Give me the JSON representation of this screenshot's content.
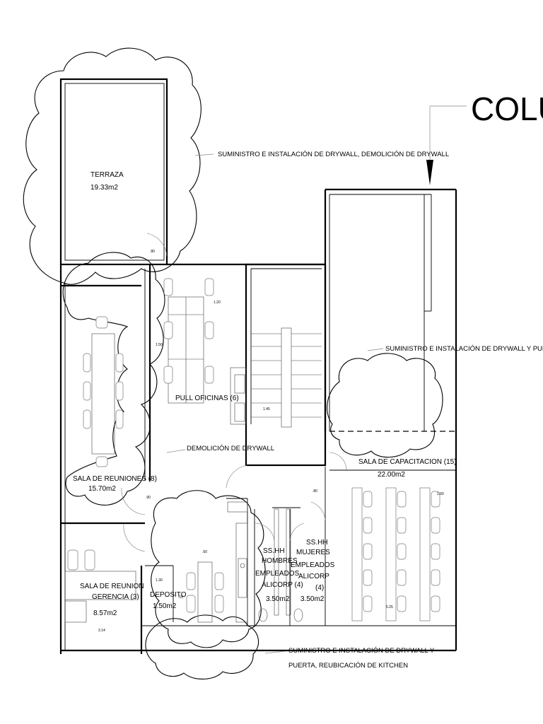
{
  "title_fragment": "COLU",
  "rooms": {
    "terraza": {
      "name": "TERRAZA",
      "area": "19.33m2"
    },
    "pull_oficinas": {
      "name": "PULL OFICINAS (6)"
    },
    "sala_reuniones": {
      "name": "SALA DE REUNIONES (8)",
      "area": "15.70m2"
    },
    "sala_capacitacion": {
      "name": "SALA DE CAPACITACION (15)",
      "area": "22.00m2"
    },
    "sala_reunion_gerencia": {
      "name_line1": "SALA DE REUNION",
      "name_line2": "GERENCIA (3)",
      "area": "8.57m2"
    },
    "deposito": {
      "name": "DEPOSITO",
      "area": "1.50m2"
    },
    "sshh_hombres": {
      "line1": "SS.HH",
      "line2": "HOMBRES",
      "line3": "EMPLEADOS",
      "line4": "ALICORP (4)",
      "area": "3.50m2"
    },
    "sshh_mujeres": {
      "line1": "SS.HH",
      "line2": "MUJERES",
      "line3": "EMPLEADOS",
      "line4": "ALICORP",
      "line5": "(4)",
      "area": "3.50m2"
    }
  },
  "annotations": {
    "drywall_demolicion": "SUMINISTRO E INSTALACIÓN DE DRYWALL, DEMOLICIÓN DE DRYWALL",
    "drywall_puerta": "SUMINISTRO E INSTALACIÓN DE DRYWALL Y PUERTA",
    "demolicion": "DEMOLICIÓN DE DRYWALL",
    "kitchen_line1": "SUMINISTRO E INSTALACIÓN DE DRYWALL Y",
    "kitchen_line2": "PUERTA, REUBICACIÓN DE KITCHEN"
  },
  "dimensions": {
    "d_80_a": ".80",
    "d_120": "1.20",
    "d_150": "1.50",
    "d_145": "1.45",
    "d_90": ".90",
    "d_80_b": ".80",
    "d_60": ".60",
    "d_130": "1.30",
    "d_15": ".15",
    "d_100": "1.00",
    "d_525": "5.25",
    "d_314": "3.14"
  }
}
